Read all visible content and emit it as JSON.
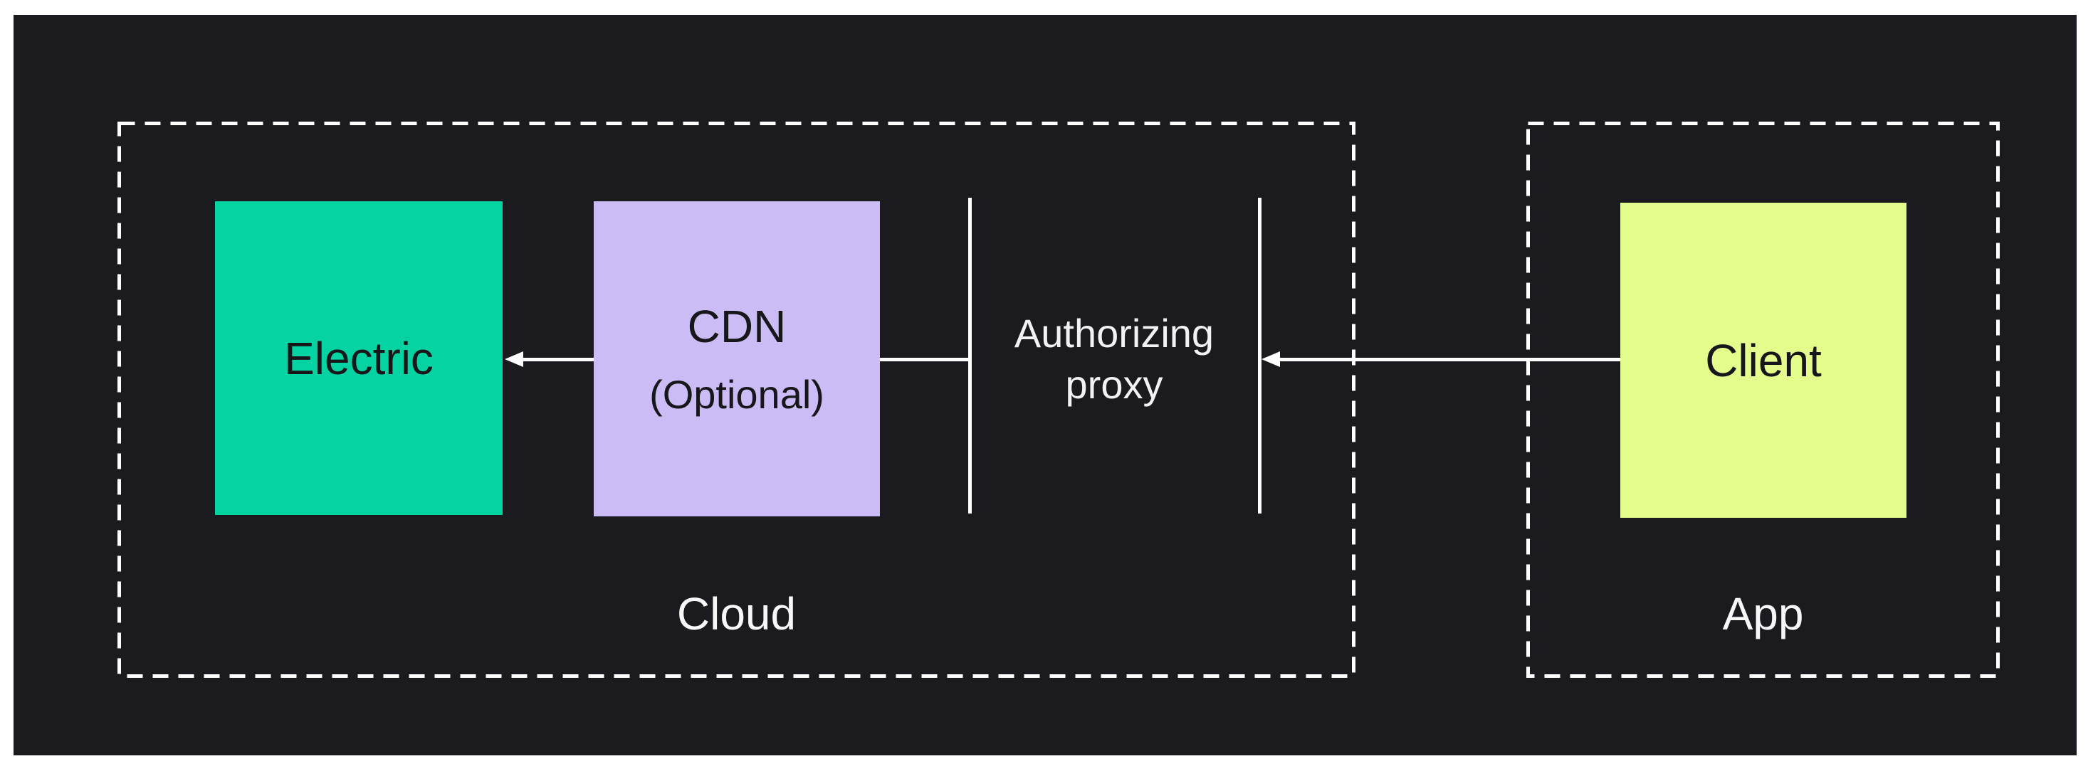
{
  "diagram": {
    "colors": {
      "page_background": "#FFFFFF",
      "panel_background": "#1B1B1F",
      "line": "#FFFFFF",
      "group_border": "#FFFFFF",
      "group_label_text": "#F7F7F8",
      "node_text": "#17171B",
      "electric_fill": "#05D3A1",
      "cdn_fill": "#CCBCF6",
      "client_fill": "#E3FC8C"
    },
    "groups": [
      {
        "id": "cloud",
        "label": "Cloud"
      },
      {
        "id": "app",
        "label": "App"
      }
    ],
    "nodes": [
      {
        "id": "electric",
        "label": "Electric",
        "fill": "#05D3A1"
      },
      {
        "id": "cdn",
        "label": "CDN",
        "sublabel": "(Optional)",
        "fill": "#CCBCF6"
      },
      {
        "id": "client",
        "label": "Client",
        "fill": "#E3FC8C"
      }
    ],
    "proxy": {
      "label_line1": "Authorizing",
      "label_line2": "proxy"
    },
    "edges": [
      {
        "from": "client",
        "to": "authorizing-proxy",
        "arrowhead": "at-proxy"
      },
      {
        "from": "authorizing-proxy",
        "to": "cdn",
        "arrowhead": "none"
      },
      {
        "from": "cdn",
        "to": "electric",
        "arrowhead": "at-electric"
      }
    ]
  }
}
